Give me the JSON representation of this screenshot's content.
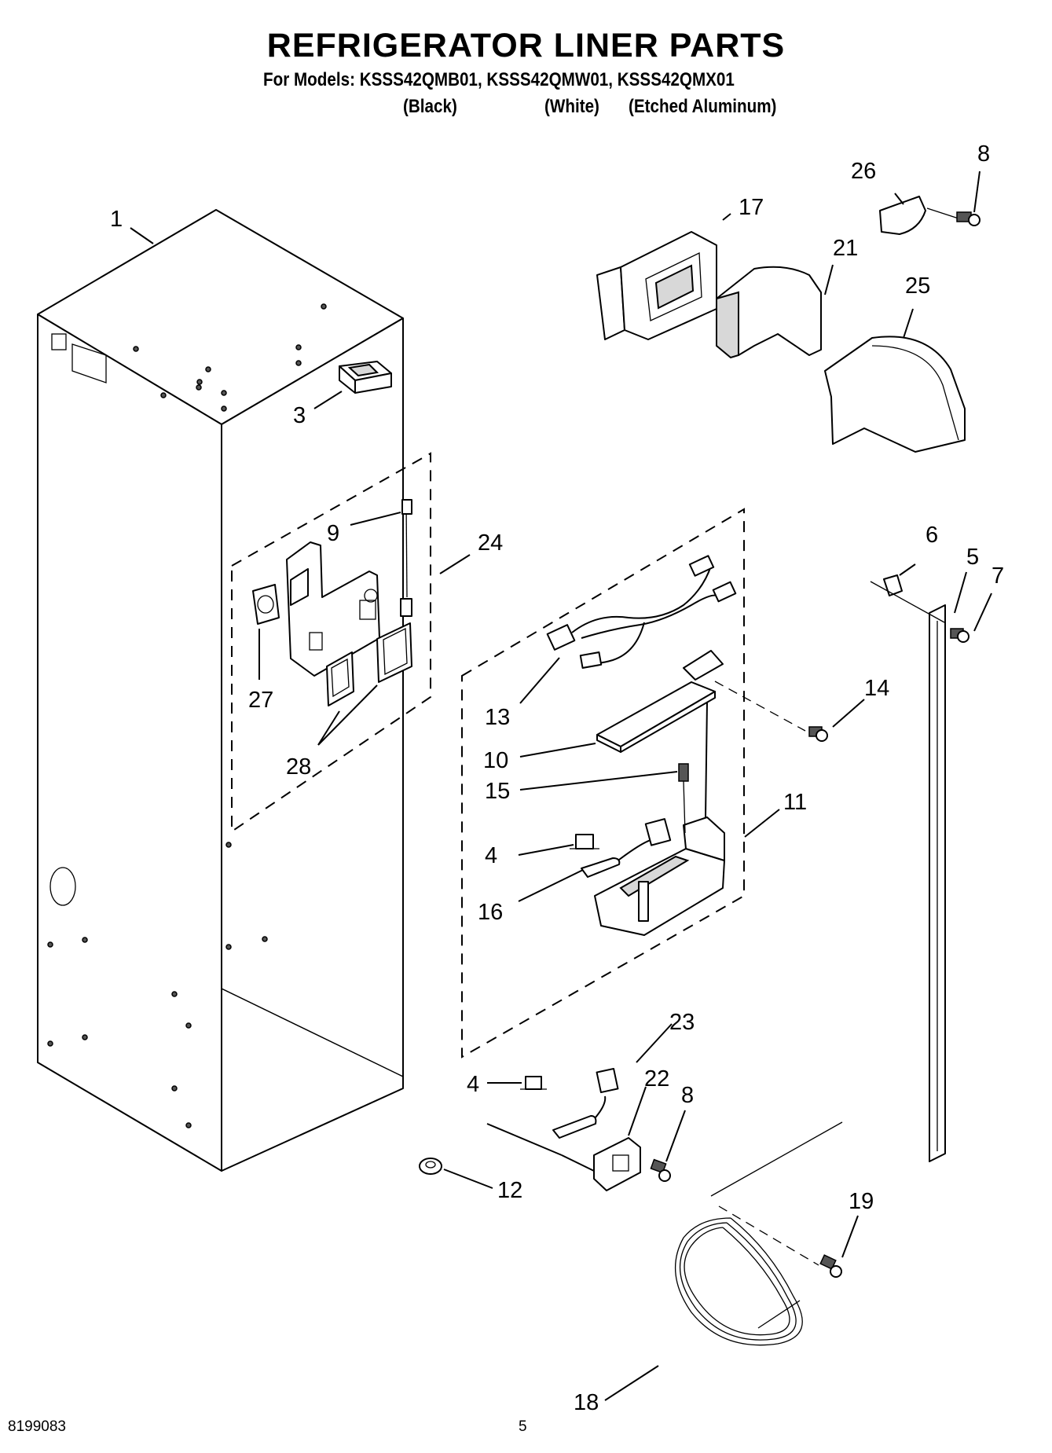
{
  "header": {
    "title": "REFRIGERATOR LINER PARTS",
    "models_line": "For Models: KSSS42QMB01, KSSS42QMW01, KSSS42QMX01",
    "variants": [
      "(Black)",
      "(White)",
      "(Etched Aluminum)"
    ]
  },
  "callouts": [
    "1",
    "3",
    "4",
    "4",
    "5",
    "6",
    "7",
    "8",
    "8",
    "9",
    "10",
    "11",
    "12",
    "13",
    "14",
    "15",
    "16",
    "17",
    "18",
    "19",
    "21",
    "22",
    "23",
    "24",
    "25",
    "26",
    "27",
    "28"
  ],
  "footer": {
    "doc_number": "8199083",
    "page_number": "5"
  }
}
